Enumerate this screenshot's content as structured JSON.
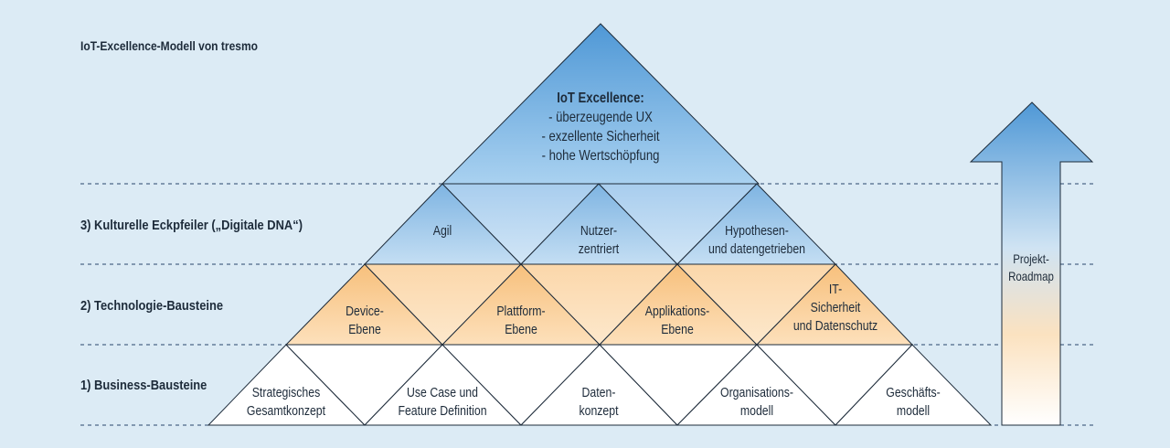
{
  "title": "IoT-Excellence-Modell von tresmo",
  "levels": {
    "level3": "3) Kulturelle Eckpfeiler („Digitale DNA“)",
    "level2": "2) Technologie-Bausteine",
    "level1": "1) Business-Bausteine"
  },
  "top": {
    "heading": "IoT Excellence:",
    "items": [
      "- überzeugende UX",
      "- exzellente Sicherheit",
      "- hohe Wertschöpfung"
    ]
  },
  "culture": [
    {
      "lines": [
        "Agil"
      ]
    },
    {
      "lines": [
        "Nutzer-",
        "zentriert"
      ]
    },
    {
      "lines": [
        "Hypothesen-",
        "und datengetrieben"
      ]
    }
  ],
  "technology": [
    {
      "lines": [
        "Device-",
        "Ebene"
      ]
    },
    {
      "lines": [
        "Plattform-",
        "Ebene"
      ]
    },
    {
      "lines": [
        "Applikations-",
        "Ebene"
      ]
    },
    {
      "lines": [
        "IT-",
        "Sicherheit",
        "und Datenschutz"
      ]
    }
  ],
  "business": [
    {
      "lines": [
        "Strategisches",
        "Gesamtkonzept"
      ]
    },
    {
      "lines": [
        "Use Case und",
        "Feature Definition"
      ]
    },
    {
      "lines": [
        "Daten-",
        "konzept"
      ]
    },
    {
      "lines": [
        "Organisations-",
        "modell"
      ]
    },
    {
      "lines": [
        "Geschäfts-",
        "modell"
      ]
    }
  ],
  "arrow": {
    "lines": [
      "Projekt-",
      "Roadmap"
    ]
  },
  "colors": {
    "background": "#dcebf5",
    "blue": "#9cc7e9",
    "blue_dark": "#5e9fd6",
    "orange": "#fbd3a0",
    "white": "#ffffff",
    "outline": "#1d2b3a"
  }
}
